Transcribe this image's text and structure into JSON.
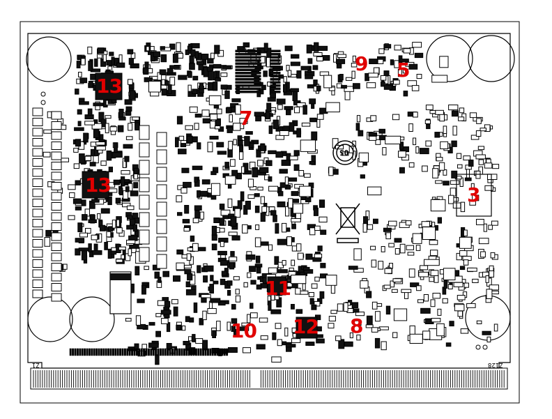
{
  "title": "",
  "board_marks": {
    "connector_left": "Z1",
    "connector_right": "Z128",
    "recycle_mark": "05"
  },
  "labels": [
    {
      "id": "13a",
      "text": "13"
    },
    {
      "id": "13b",
      "text": "13"
    },
    {
      "id": "7",
      "text": "7"
    },
    {
      "id": "9",
      "text": "9"
    },
    {
      "id": "5",
      "text": "5"
    },
    {
      "id": "3",
      "text": "3"
    },
    {
      "id": "11",
      "text": "11"
    },
    {
      "id": "12",
      "text": "12"
    },
    {
      "id": "8",
      "text": "8"
    },
    {
      "id": "10",
      "text": "10"
    }
  ],
  "colors": {
    "label": "#e00000",
    "ink": "#000000",
    "board": "#ffffff"
  }
}
